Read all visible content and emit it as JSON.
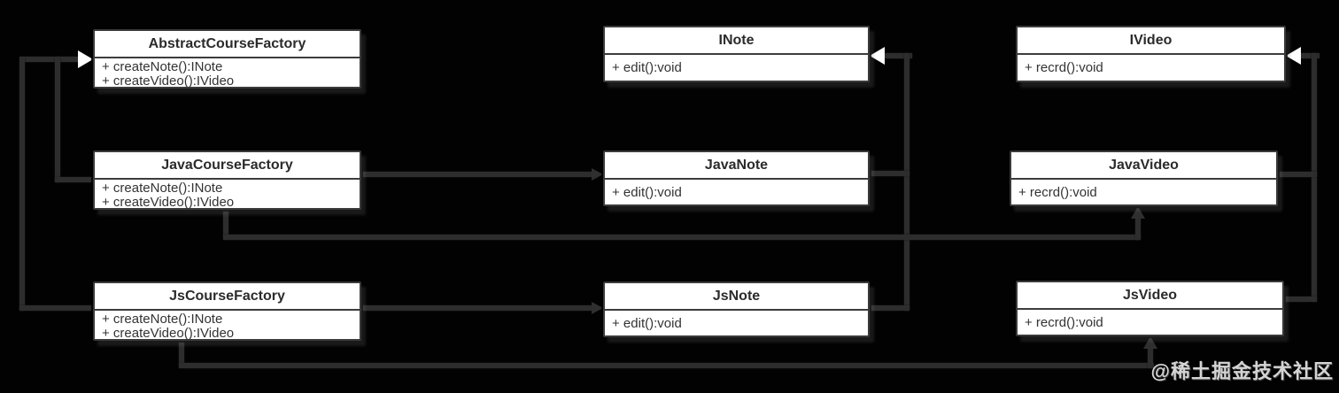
{
  "diagram": {
    "type": "uml-class-diagram",
    "colors": {
      "background": "#020202",
      "connector": "#2d2d2d",
      "box_fill": "#ffffff",
      "box_border": "#3a3a3a",
      "text": "#333333",
      "hollow_arrow": "#ffffff"
    },
    "watermark": "@稀土掘金技术社区",
    "classes": [
      {
        "name": "AbstractCourseFactory",
        "members": [
          "+ createNote():INote",
          "+ createVideo():IVideo"
        ]
      },
      {
        "name": "INote",
        "members": [
          "+ edit():void"
        ]
      },
      {
        "name": "IVideo",
        "members": [
          "+ recrd():void"
        ]
      },
      {
        "name": "JavaCourseFactory",
        "members": [
          "+ createNote():INote",
          "+ createVideo():IVideo"
        ]
      },
      {
        "name": "JavaNote",
        "members": [
          "+ edit():void"
        ]
      },
      {
        "name": "JavaVideo",
        "members": [
          "+ recrd():void"
        ]
      },
      {
        "name": "JsCourseFactory",
        "members": [
          "+ createNote():INote",
          "+ createVideo():IVideo"
        ]
      },
      {
        "name": "JsNote",
        "members": [
          "+ edit():void"
        ]
      },
      {
        "name": "JsVideo",
        "members": [
          "+ recrd():void"
        ]
      }
    ],
    "relationships": [
      {
        "from": "JavaCourseFactory",
        "to": "AbstractCourseFactory",
        "type": "generalization"
      },
      {
        "from": "JsCourseFactory",
        "to": "AbstractCourseFactory",
        "type": "generalization"
      },
      {
        "from": "JavaNote",
        "to": "INote",
        "type": "realization"
      },
      {
        "from": "JsNote",
        "to": "INote",
        "type": "realization"
      },
      {
        "from": "JavaVideo",
        "to": "IVideo",
        "type": "realization"
      },
      {
        "from": "JsVideo",
        "to": "IVideo",
        "type": "realization"
      },
      {
        "from": "JavaCourseFactory",
        "to": "JavaNote",
        "type": "dependency"
      },
      {
        "from": "JavaCourseFactory",
        "to": "JavaVideo",
        "type": "dependency"
      },
      {
        "from": "JsCourseFactory",
        "to": "JsNote",
        "type": "dependency"
      },
      {
        "from": "JsCourseFactory",
        "to": "JsVideo",
        "type": "dependency"
      }
    ]
  }
}
